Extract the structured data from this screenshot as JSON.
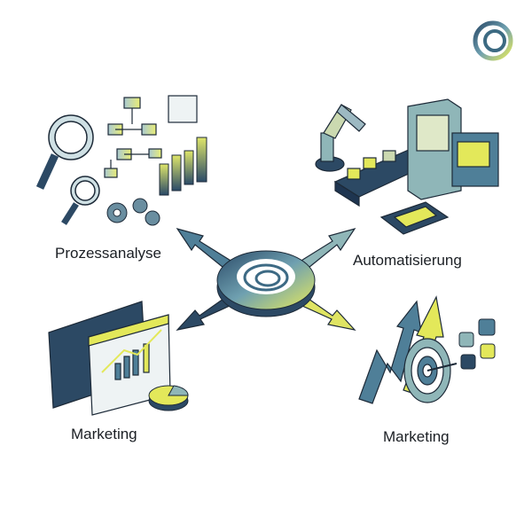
{
  "labels": {
    "process": "Prozessanalyse",
    "automation": "Automatisierung",
    "marketing_left": "Marketing",
    "marketing_right": "Marketing"
  },
  "icons": [
    "logo-icon",
    "hub-icon",
    "magnifier-icon",
    "flowchart-icon",
    "gear-icon",
    "bar-chart-icon",
    "robot-arm-icon",
    "conveyor-icon",
    "machine-icon",
    "chip-icon",
    "dashboard-icon",
    "pie-chart-icon",
    "growth-arrows-icon",
    "target-icon",
    "social-media-icon"
  ],
  "colors": {
    "navy": "#1e3550",
    "teal": "#5f94a8",
    "yellow": "#e3e85a",
    "outline": "#1d2a38"
  }
}
